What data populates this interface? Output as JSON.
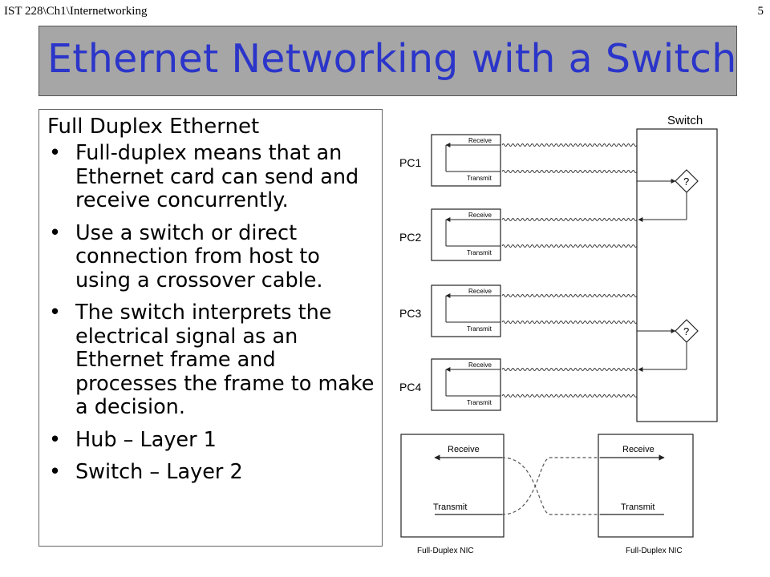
{
  "header": {
    "course": "IST 228\\Ch1\\Internetworking",
    "page_number": "5"
  },
  "title": "Ethernet Networking with a Switch",
  "content": {
    "subtitle": "Full Duplex Ethernet",
    "bullets": [
      "Full-duplex means that an Ethernet card can send and receive concurrently.",
      "Use a switch or direct connection from host to using a crossover cable.",
      "The switch interprets the electrical signal as an Ethernet frame and processes the frame to make a decision.",
      "Hub – Layer 1",
      "Switch – Layer 2"
    ]
  },
  "figure_switch": {
    "switch_label": "Switch",
    "pcs": [
      "PC1",
      "PC2",
      "PC3",
      "PC4"
    ],
    "receive_label": "Receive",
    "transmit_label": "Transmit",
    "decision_symbol": "?"
  },
  "figure_crossover": {
    "receive_label": "Receive",
    "transmit_label": "Transmit",
    "nic_label": "Full-Duplex NIC"
  }
}
